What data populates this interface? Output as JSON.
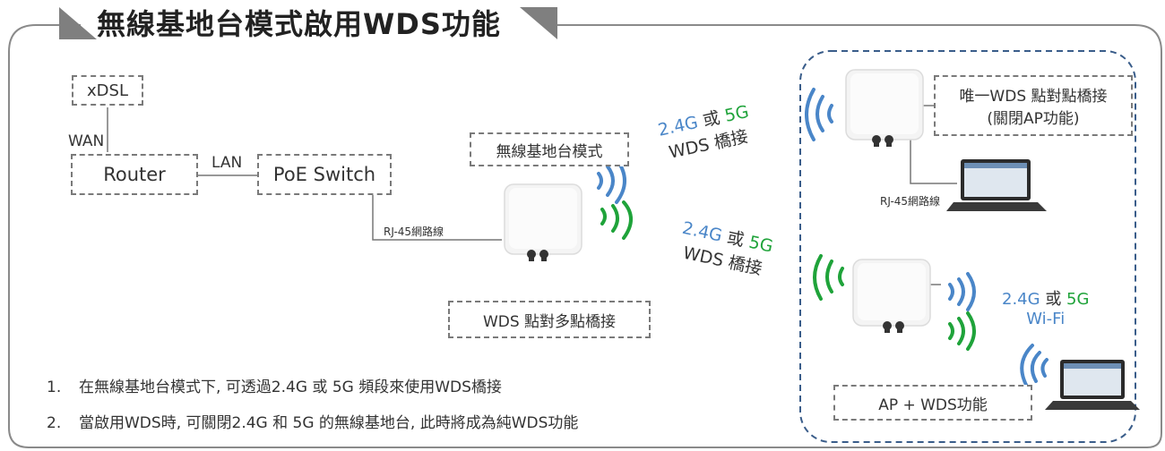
{
  "title": "無線基地台模式啟用WDS功能",
  "left_diagram": {
    "xdsl": "xDSL",
    "wan": "WAN",
    "router": "Router",
    "lan": "LAN",
    "poe_switch": "PoE Switch",
    "rj45": "RJ-45網路線",
    "mode_label": "無線基地台模式",
    "wds_p2mp": "WDS 點對多點橋接"
  },
  "links": {
    "upper": {
      "a": "2.4G",
      "or": "或",
      "b": "5G",
      "bridge": "WDS 橋接"
    },
    "lower": {
      "a": "2.4G",
      "or": "或",
      "b": "5G",
      "bridge": "WDS 橋接"
    }
  },
  "right_panel": {
    "p2p_label_line1": "唯一WDS 點對點橋接",
    "p2p_label_line2": "(關閉AP功能)",
    "rj45": "RJ-45網路線",
    "wifi_a": "2.4G",
    "wifi_or": "或",
    "wifi_b": "5G",
    "wifi_label": "Wi-Fi",
    "ap_wds": "AP + WDS功能"
  },
  "notes": [
    {
      "num": "1.",
      "text": "在無線基地台模式下, 可透過2.4G 或 5G 頻段來使用WDS橋接"
    },
    {
      "num": "2.",
      "text": "當啟用WDS時, 可關閉2.4G 和 5G 的無線基地台, 此時將成為純WDS功能"
    }
  ],
  "colors": {
    "blue": "#4a86c8",
    "green": "#1fa33a",
    "frame": "#7a7a7a",
    "dashed_panel": "#3a5d8a"
  },
  "icons": [
    "access-point-icon",
    "laptop-icon",
    "wifi-wave-icon"
  ]
}
